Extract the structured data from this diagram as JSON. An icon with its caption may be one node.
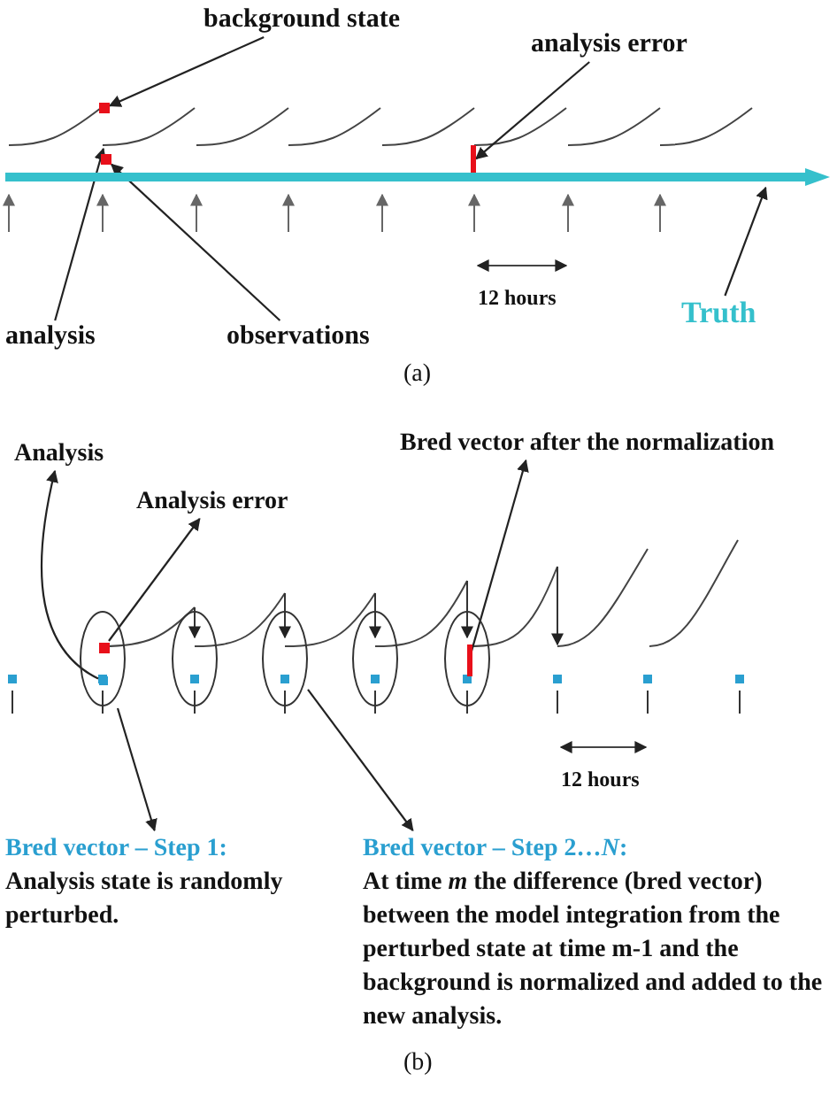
{
  "diagram": {
    "nodes": [
      {
        "text": [
          "background state"
        ]
      },
      {
        "text": [],
        "shape": "box"
      },
      {
        "text": [
          "analysis error"
        ]
      },
      {
        "text": [],
        "shape": "bar"
      },
      {
        "text": [
          "analysis"
        ]
      },
      {
        "text": [
          "observations"
        ]
      },
      {
        "text": [],
        "shape": "box"
      },
      {
        "text": [
          "Truth"
        ]
      },
      {
        "text": [],
        "shape": "line"
      },
      {
        "text": [
          "Analysis"
        ]
      },
      {
        "text": [
          "Analysis error"
        ]
      },
      {
        "text": [
          "Bred vector after the normalization"
        ]
      },
      {
        "text": [],
        "shape": "ellipse"
      },
      {
        "text": [],
        "shape": "ellipse"
      },
      {
        "text": [],
        "shape": "ellipse"
      },
      {
        "text": [],
        "shape": "ellipse"
      },
      {
        "text": [],
        "shape": "ellipse"
      },
      {
        "text": [],
        "shape": "box",
        "in": 12
      },
      {
        "text": [],
        "shape": "box",
        "in": 12
      },
      {
        "text": [],
        "shape": "bar",
        "in": 16
      },
      {
        "text": [
          "Bred vector – Step 1:",
          "Analysis state is randomly perturbed."
        ]
      },
      {
        "text": [
          "Bred vector – Step 2…*N*:",
          "At time *m* the difference (bred vector) between the model integration from the perturbed state at time m-1 and the background is normalized and added to the new analysis."
        ]
      },
      {
        "text": [],
        "shape": "curve"
      }
    ],
    "edges": [
      {
        "from": 0,
        "to": 1,
        "arrow": "to"
      },
      {
        "from": 2,
        "to": 3,
        "arrow": "to"
      },
      {
        "from": 4,
        "to": 22,
        "arrow": "to"
      },
      {
        "from": 5,
        "to": 6,
        "arrow": "to"
      },
      {
        "from": 7,
        "to": 8,
        "arrow": "to"
      },
      {
        "from": 18,
        "to": 9,
        "arrow": "to"
      },
      {
        "from": 17,
        "to": 10,
        "arrow": "to"
      },
      {
        "from": 19,
        "to": 11,
        "arrow": "to"
      },
      {
        "from": 12,
        "to": 20,
        "arrow": "to"
      },
      {
        "from": 14,
        "to": 21,
        "arrow": "to"
      }
    ],
    "labels": [
      "12 hours",
      "(a)",
      "12 hours",
      "(b)"
    ]
  }
}
